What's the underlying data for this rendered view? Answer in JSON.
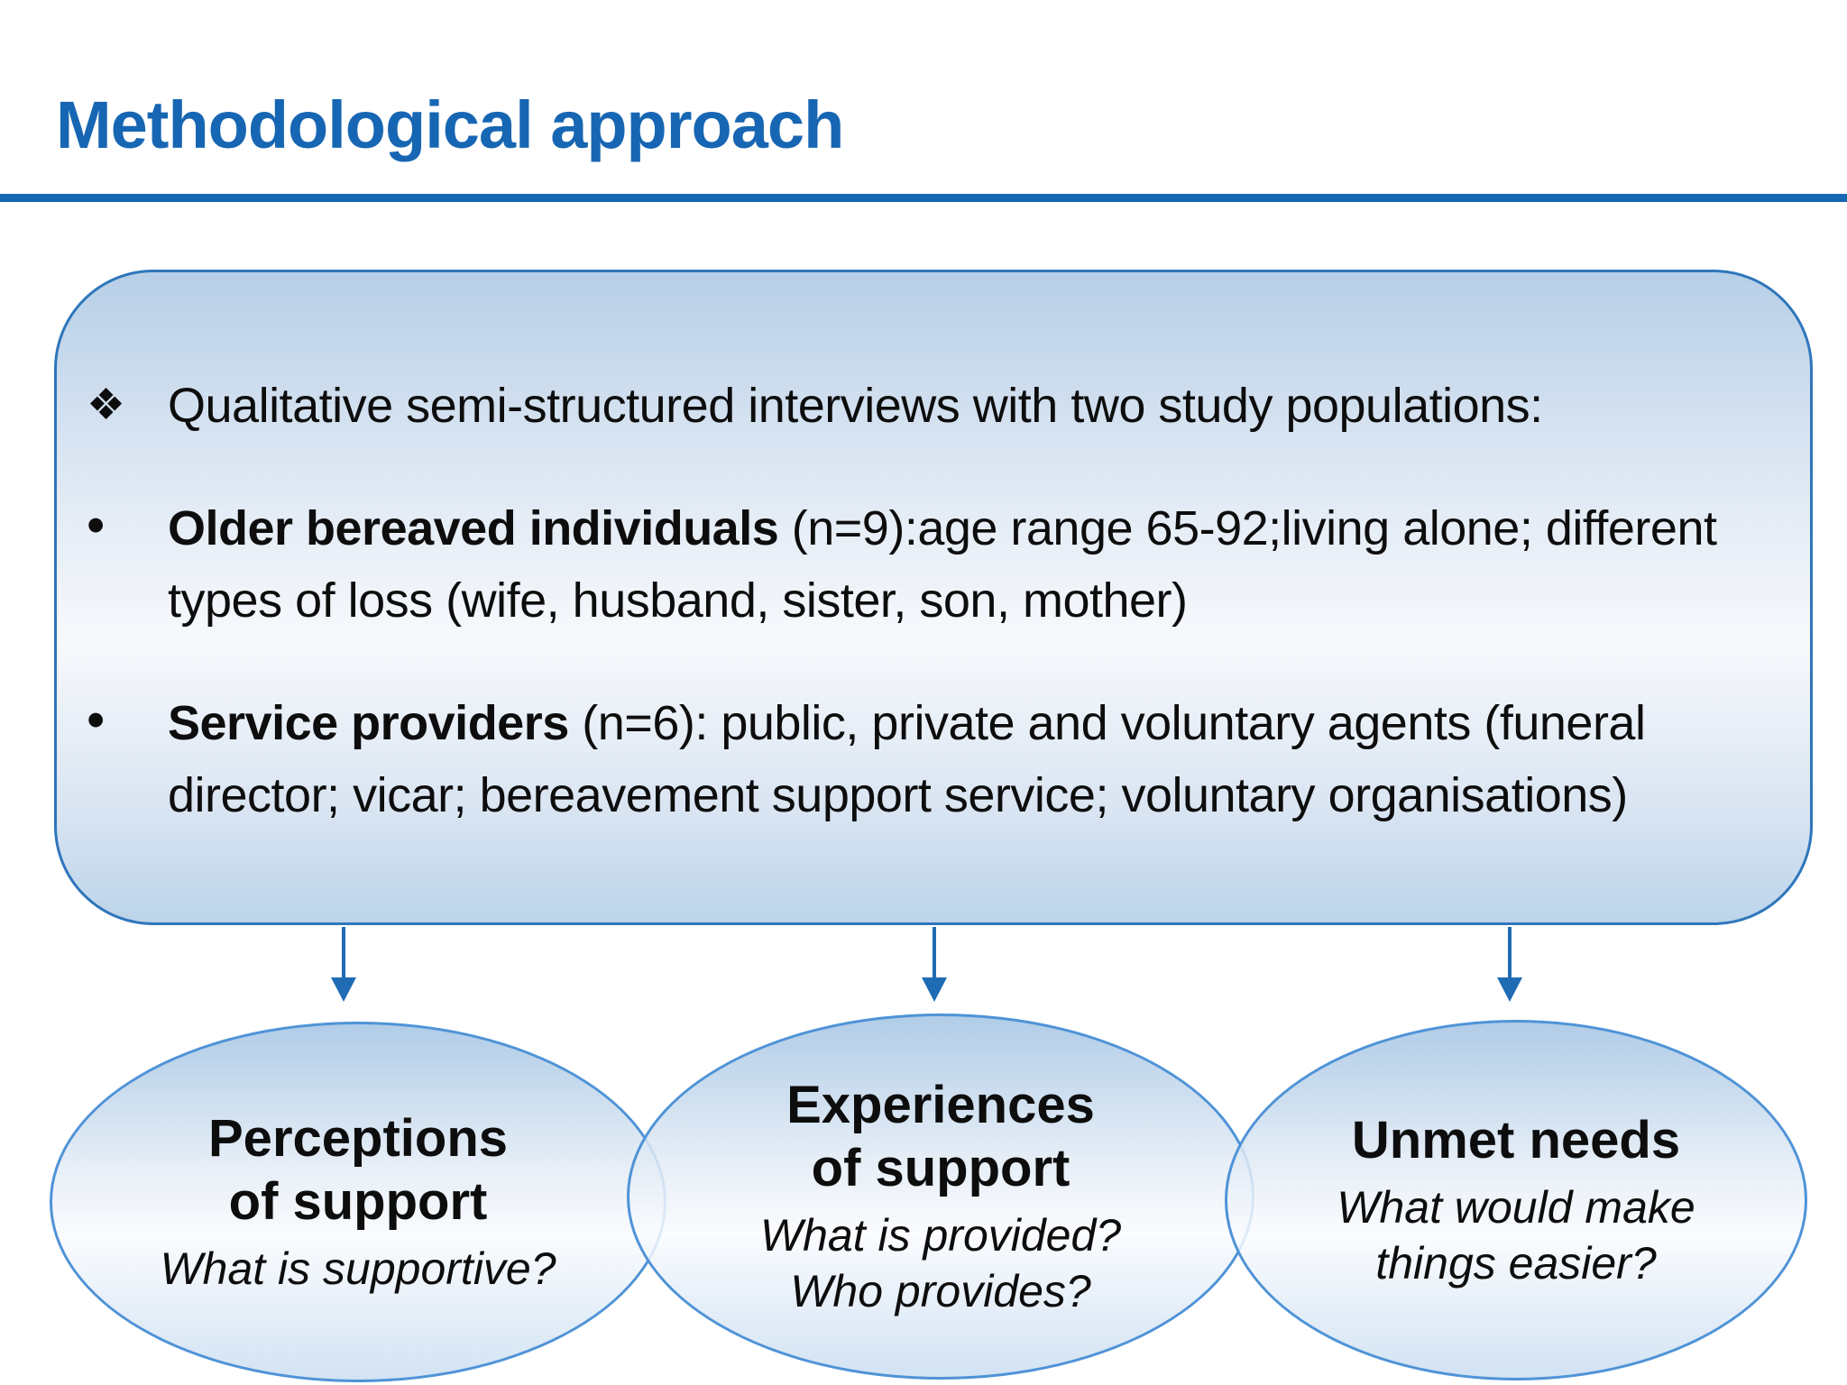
{
  "slide": {
    "title": "Methodological approach"
  },
  "colors": {
    "accent_blue": "#1766b3",
    "box_border": "#2f76bb",
    "ellipse_border": "#4f93d7",
    "arrow_blue": "#1f6cb5",
    "text_black": "#0d0d0d"
  },
  "study_box": {
    "bullets": [
      {
        "marker": "❖",
        "lead": "",
        "text": "Qualitative semi-structured interviews with two study populations:"
      },
      {
        "marker": "•",
        "lead": "Older bereaved individuals",
        "text": " (n=9):age range 65-92;living alone; different types of loss (wife, husband, sister, son, mother)"
      },
      {
        "marker": "•",
        "lead": "Service providers",
        "text": " (n=6): public, private and voluntary agents (funeral director; vicar; bereavement support service; voluntary organisations)"
      }
    ]
  },
  "themes": [
    {
      "title_lines": [
        "Perceptions",
        "of support"
      ],
      "subtitle_lines": [
        "What is supportive?",
        ""
      ]
    },
    {
      "title_lines": [
        "Experiences",
        "of support"
      ],
      "subtitle_lines": [
        "What is provided?",
        "Who provides?"
      ]
    },
    {
      "title_lines": [
        "Unmet needs",
        ""
      ],
      "subtitle_lines": [
        "What would make",
        "things easier?"
      ]
    }
  ]
}
